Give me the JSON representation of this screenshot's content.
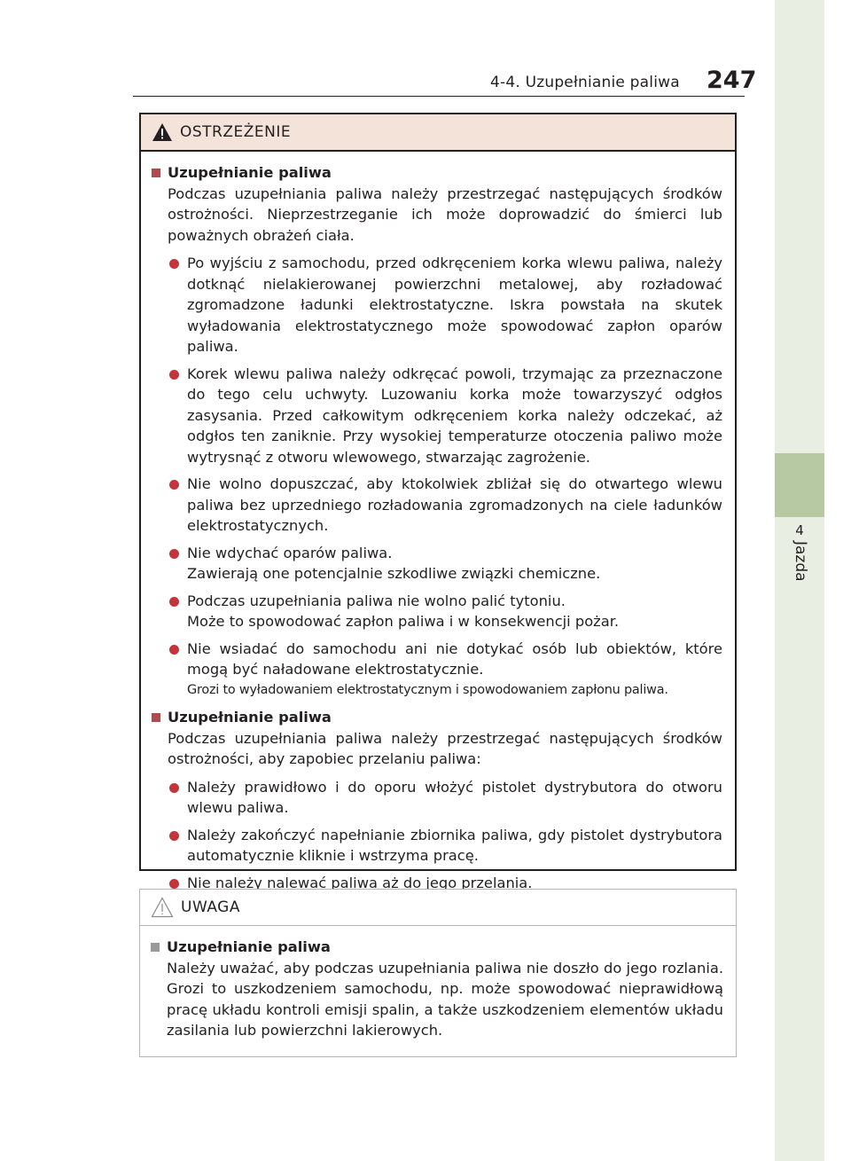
{
  "header": {
    "section": "4-4. Uzupełnianie paliwa",
    "page": "247"
  },
  "side_tab": {
    "number": "4",
    "label": "Jazda"
  },
  "warning": {
    "title": "OSTRZEŻENIE",
    "sections": [
      {
        "heading": "Uzupełnianie paliwa",
        "intro": "Podczas uzupełniania paliwa należy przestrzegać następujących środków ostrożności. Nieprzestrzeganie ich może doprowadzić do śmierci lub poważnych obrażeń ciała.",
        "bullets": [
          {
            "text": "Po wyjściu z samochodu, przed odkręceniem korka wlewu paliwa, należy dotknąć nielakierowanej powierzchni metalowej, aby rozładować zgromadzone ładunki elektrostatyczne. Iskra powstała na skutek wyładowania elektrostatycznego może spowodować zapłon oparów paliwa.",
            "note": ""
          },
          {
            "text": "Korek wlewu paliwa należy odkręcać powoli, trzymając za przeznaczone do tego celu uchwyty. Luzowaniu korka może towarzyszyć odgłos zasysania. Przed całkowitym odkręceniem korka należy odczekać, aż odgłos ten zaniknie. Przy wysokiej temperaturze otoczenia paliwo może wytrysnąć z otworu wlewowego, stwarzając zagrożenie.",
            "note": ""
          },
          {
            "text": "Nie wolno dopuszczać, aby ktokolwiek zbliżał się do otwartego wlewu paliwa bez uprzedniego rozładowania zgromadzonych na ciele ładunków elektrostatycznych.",
            "note": ""
          },
          {
            "text": "Nie wdychać oparów paliwa.",
            "note": "Zawierają one potencjalnie szkodliwe związki chemiczne."
          },
          {
            "text": "Podczas uzupełniania paliwa nie wolno palić tytoniu.",
            "note": "Może to spowodować zapłon paliwa i w konsekwencji pożar."
          },
          {
            "text": "Nie wsiadać do samochodu ani nie dotykać osób lub obiektów, które mogą być naładowane elektrostatycznie.",
            "note": "Grozi to wyładowaniem elektrostatycznym i spowodowaniem zapłonu paliwa."
          }
        ]
      },
      {
        "heading": "Uzupełnianie paliwa",
        "intro": "Podczas uzupełniania paliwa należy przestrzegać następujących środków ostrożności, aby zapobiec przelaniu paliwa:",
        "bullets": [
          {
            "text": "Należy prawidłowo i do oporu włożyć pistolet dystrybutora do otworu wlewu paliwa.",
            "note": ""
          },
          {
            "text": "Należy zakończyć napełnianie zbiornika paliwa, gdy pistolet dystrybutora automatycznie kliknie i wstrzyma pracę.",
            "note": ""
          },
          {
            "text": "Nie należy nalewać paliwa aż do jego przelania.",
            "note": ""
          }
        ]
      }
    ]
  },
  "notice": {
    "title": "UWAGA",
    "heading": "Uzupełnianie paliwa",
    "text": "Należy uważać, aby podczas uzupełniania paliwa nie doszło do jego rozlania. Grozi to uszkodzeniem samochodu, np. może spowodować nieprawidłową pracę układu kontroli emisji spalin, a także uszkodzeniem elementów układu zasilania lub powierzchni lakierowych."
  },
  "colors": {
    "warning_header": "#f4e3d8",
    "bullet": "#c4343b",
    "tab_active": "#b7c9a3",
    "tab_rail": "#e9eee3"
  }
}
